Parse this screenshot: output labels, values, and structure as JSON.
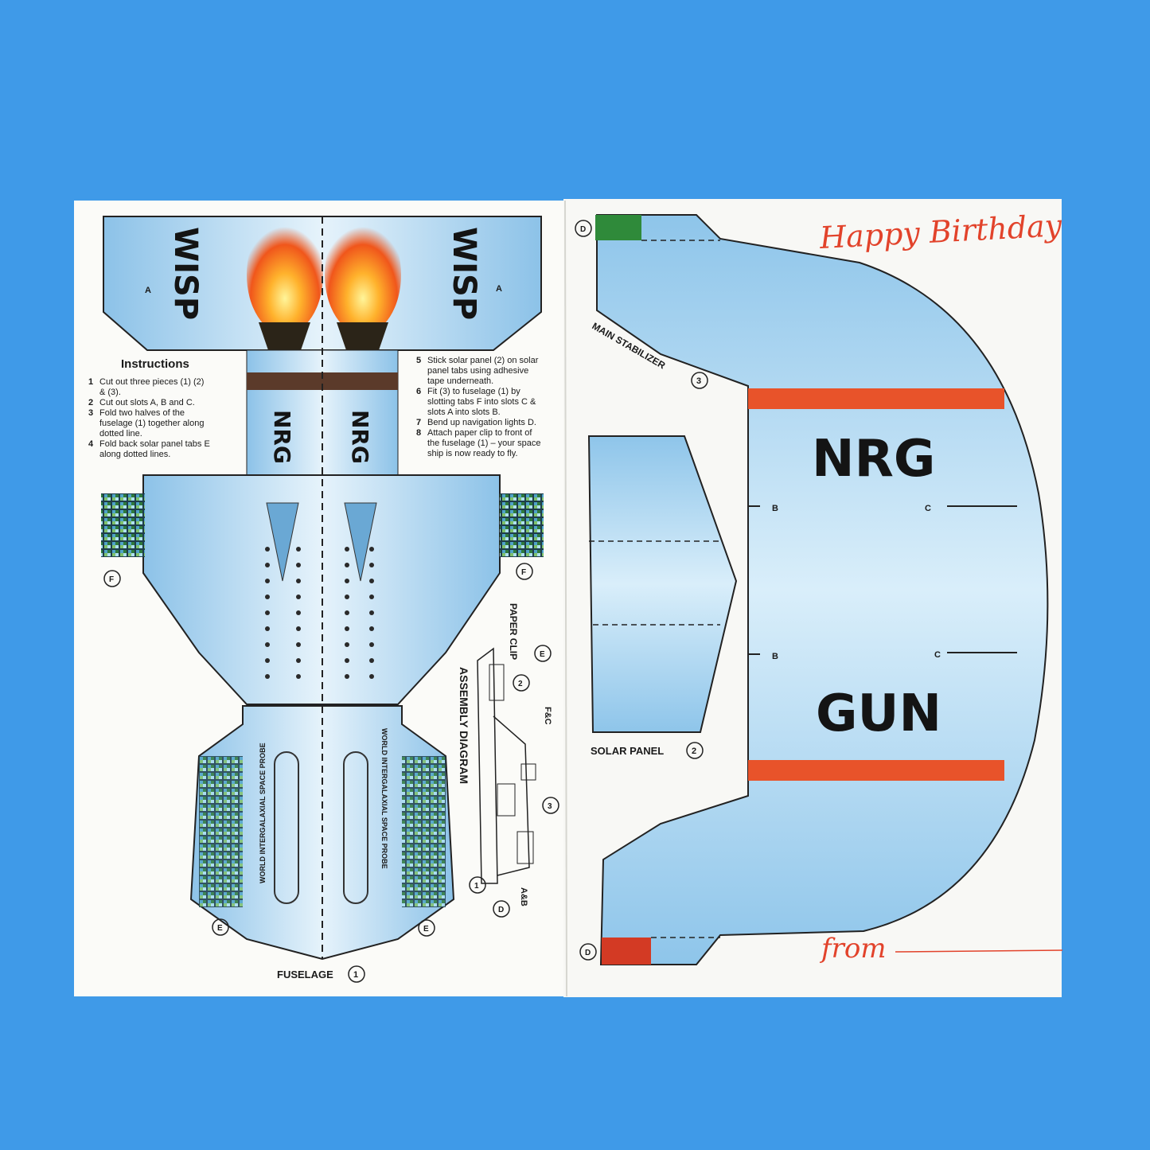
{
  "greeting": "Happy Birthday",
  "from_label": "from",
  "instructions": {
    "title": "Instructions",
    "steps": [
      {
        "num": "1",
        "lines": [
          "Cut out three pieces (1) (2)",
          "& (3)."
        ]
      },
      {
        "num": "2",
        "lines": [
          "Cut out slots A, B and C."
        ]
      },
      {
        "num": "3",
        "lines": [
          "Fold two halves of the",
          "fuselage (1) together along",
          "dotted line."
        ]
      },
      {
        "num": "4",
        "lines": [
          "Fold back solar panel tabs E",
          "along dotted lines."
        ]
      },
      {
        "num": "5",
        "lines": [
          "Stick solar panel (2) on solar",
          "panel tabs using adhesive",
          "tape underneath."
        ]
      },
      {
        "num": "6",
        "lines": [
          "Fit (3) to fuselage (1) by",
          "slotting tabs F into slots C &",
          "slots A into slots B."
        ]
      },
      {
        "num": "7",
        "lines": [
          "Bend up navigation lights D."
        ]
      },
      {
        "num": "8",
        "lines": [
          "Attach paper clip to front of",
          "the fuselage (1) – your space",
          "ship is now ready to fly."
        ]
      }
    ]
  },
  "parts": {
    "fuselage": {
      "label": "FUSELAGE",
      "num": "1"
    },
    "solar_panel": {
      "label": "SOLAR PANEL",
      "num": "2"
    },
    "main_stabilizer": {
      "label": "MAIN STABILIZER",
      "num": "3"
    }
  },
  "assembly": {
    "title": "ASSEMBLY DIAGRAM",
    "paper_clip": "PAPER CLIP",
    "callouts": [
      "E",
      "2",
      "F&C",
      "3",
      "A&B",
      "D",
      "1"
    ]
  },
  "ship_text": {
    "logo": "WISP",
    "registration_top": "NRG",
    "registration_bottom": "GUN",
    "side_text": "WORLD INTERGALAXIAL SPACE PROBE"
  },
  "slot_labels": {
    "a": "A",
    "b": "B",
    "c": "C",
    "d": "D",
    "e": "E",
    "f": "F"
  },
  "colors": {
    "background": "#3f9ae8",
    "card": "#fbfbf8",
    "ship_blue": "#a9d3ee",
    "stripe": "#e8532a",
    "greeting": "#e2432b"
  }
}
